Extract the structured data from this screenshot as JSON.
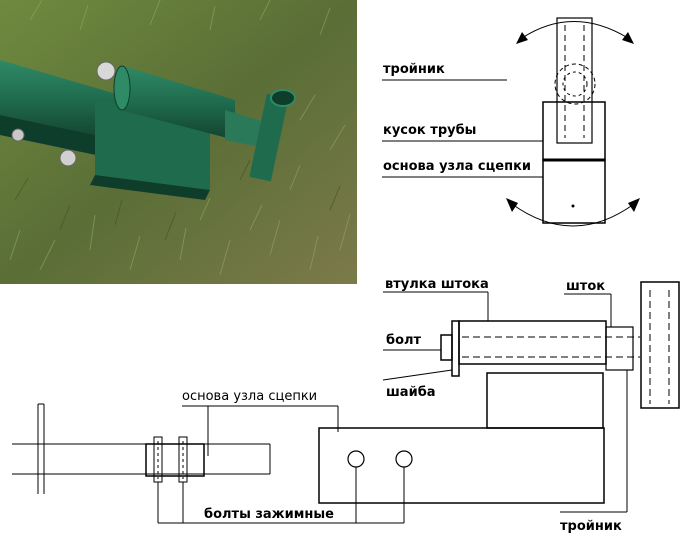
{
  "top_view": {
    "label_tee": "тройник",
    "label_pipe_piece": "кусок трубы",
    "label_base": "основа узла сцепки"
  },
  "side_view": {
    "label_rod_sleeve": "втулка штока",
    "label_rod": "шток",
    "label_bolt": "болт",
    "label_washer": "шайба",
    "label_tee": "тройник"
  },
  "frame_view": {
    "label_base": "основа узла сцепки",
    "label_clamp_bolts": "болты зажимные"
  },
  "colors": {
    "metal_green": "#1f6b4e",
    "metal_dark": "#0f3d2b",
    "grass": "#5f7a3a",
    "line": "#000000"
  }
}
